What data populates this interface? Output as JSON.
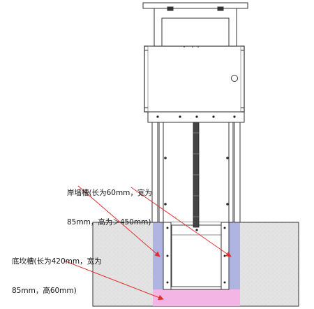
{
  "annotations": {
    "wall_slot": {
      "line1": "岸墙槽(长为60mm，宽为",
      "line2": "85mm，高为＞450mm)"
    },
    "bottom_slot": {
      "line1": "底坎槽(长为420mm，宽为",
      "line2": "85mm，高60mm)"
    }
  },
  "colors": {
    "wall_slot_fill": "#a9aee0",
    "bottom_slot_fill": "#f3b3e4",
    "concrete_fill": "#e4e4e4",
    "arrow": "#e0322e"
  }
}
